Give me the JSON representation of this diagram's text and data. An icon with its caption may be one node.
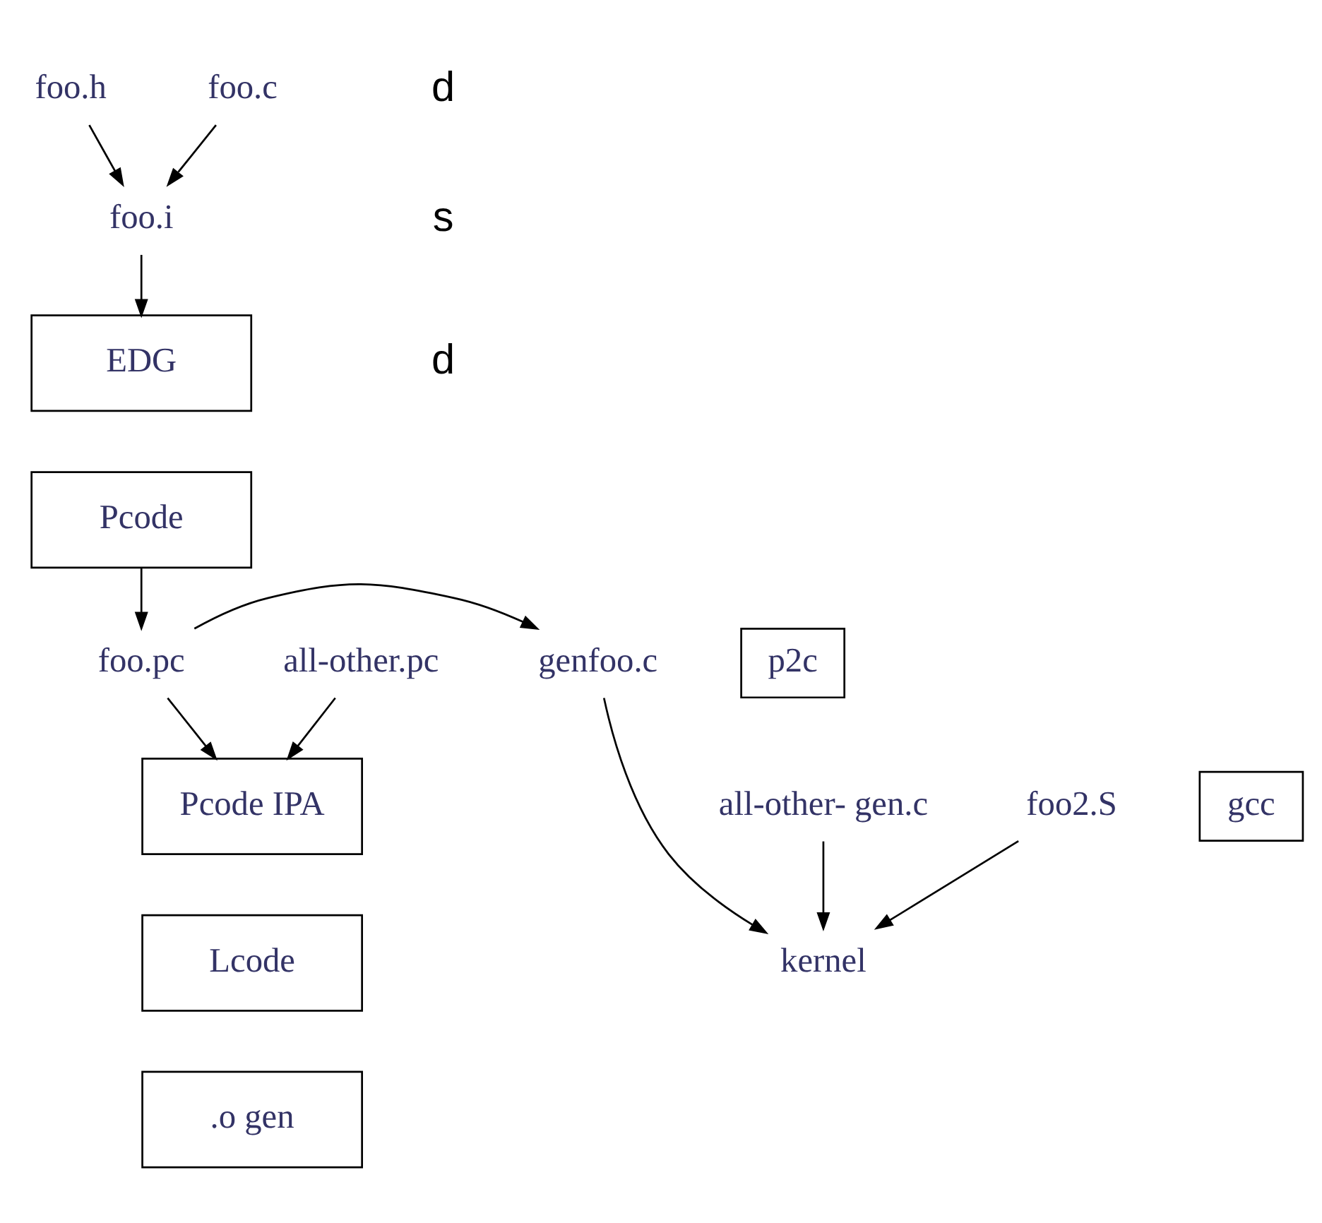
{
  "diagram": {
    "nodes": [
      {
        "text": [
          "foo.h"
        ]
      },
      {
        "text": [
          "foo.c"
        ]
      },
      {
        "text": [
          "foo.i"
        ]
      },
      {
        "text": [
          "EDG"
        ]
      },
      {
        "text": [
          "Pcode"
        ]
      },
      {
        "text": [
          "foo.pc"
        ]
      },
      {
        "text": [
          "p2c"
        ]
      },
      {
        "text": [
          "genfoo.c"
        ]
      },
      {
        "text": [
          "all-other.pc"
        ]
      },
      {
        "text": [
          "Pcode IPA"
        ]
      },
      {
        "text": [
          "Lcode"
        ]
      },
      {
        "text": [
          ".o gen"
        ]
      },
      {
        "text": [
          "all-other- gen.c"
        ]
      },
      {
        "text": [
          "foo2.S"
        ]
      },
      {
        "text": [
          "gcc"
        ]
      },
      {
        "text": [
          "kernel"
        ]
      }
    ],
    "edges": [
      {
        "from": 0,
        "to": 2,
        "arrow": "to"
      },
      {
        "from": 1,
        "to": 2,
        "arrow": "to"
      },
      {
        "from": 2,
        "to": 3,
        "arrow": "to"
      },
      {
        "from": 4,
        "to": 5,
        "arrow": "to"
      },
      {
        "from": 5,
        "to": 7,
        "arrow": "to"
      },
      {
        "from": 5,
        "to": 9,
        "arrow": "to"
      },
      {
        "from": 8,
        "to": 9,
        "arrow": "to"
      },
      {
        "from": 7,
        "to": 15,
        "arrow": "to"
      },
      {
        "from": 13,
        "to": 15,
        "arrow": "to"
      },
      {
        "from": 12,
        "to": 15,
        "arrow": "to"
      }
    ],
    "labels": [
      "d",
      "s",
      "d"
    ]
  }
}
